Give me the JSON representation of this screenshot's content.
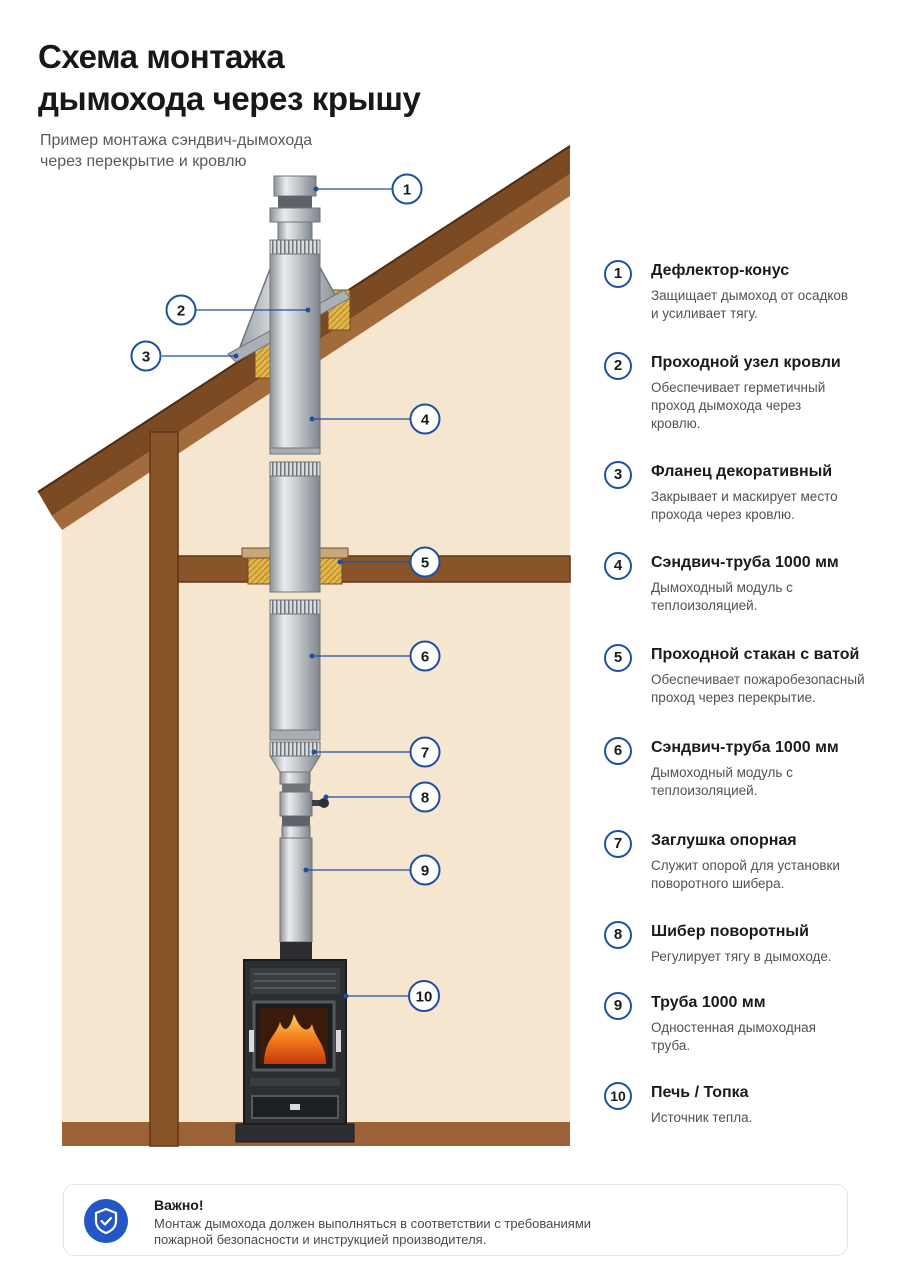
{
  "header": {
    "title_line1": "Схема монтажа",
    "title_line2": "дымохода через крышу",
    "subtitle_line1": "Пример монтажа сэндвич-дымохода",
    "subtitle_line2": "через перекрытие и кровлю"
  },
  "legend": [
    {
      "num": "1",
      "title": "Дефлектор-конус",
      "desc": "Защищает дымоход от осадков и усиливает тягу."
    },
    {
      "num": "2",
      "title": "Проходной узел кровли",
      "desc": "Обеспечивает герметичный проход дымохода через кровлю."
    },
    {
      "num": "3",
      "title": "Фланец декоративный",
      "desc": "Закрывает и маскирует место прохода через кровлю."
    },
    {
      "num": "4",
      "title": "Сэндвич-труба 1000 мм",
      "desc": "Дымоходный модуль с теплоизоляцией."
    },
    {
      "num": "5",
      "title": "Проходной стакан с ватой",
      "desc": "Обеспечивает пожаробезопасный проход через перекрытие."
    },
    {
      "num": "6",
      "title": "Сэндвич-труба 1000 мм",
      "desc": "Дымоходный модуль с теплоизоляцией."
    },
    {
      "num": "7",
      "title": "Заглушка опорная",
      "desc": "Служит опорой для установки поворотного шибера."
    },
    {
      "num": "8",
      "title": "Шибер поворотный",
      "desc": "Регулирует тягу в дымоходе."
    },
    {
      "num": "9",
      "title": "Труба 1000 мм",
      "desc": "Одностенная дымоходная труба."
    },
    {
      "num": "10",
      "title": "Печь / Топка",
      "desc": "Источник тепла."
    }
  ],
  "callouts": [
    "1",
    "2",
    "3",
    "4",
    "5",
    "6",
    "7",
    "8",
    "9",
    "10"
  ],
  "notice": {
    "title": "Важно!",
    "text_line1": "Монтаж дымохода должен выполняться в соответствии с требованиями",
    "text_line2": "пожарной безопасности и инструкцией производителя."
  },
  "colors": {
    "accent": "#1f4fa3",
    "notice_icon": "#2457c5",
    "wall": "#f6e5cf",
    "timber": "#7b4a22",
    "steel": "#c9cdd1",
    "stove": "#2c2e31",
    "fire": "#f2891f"
  },
  "icons": {
    "notice": "shield-check-icon"
  }
}
